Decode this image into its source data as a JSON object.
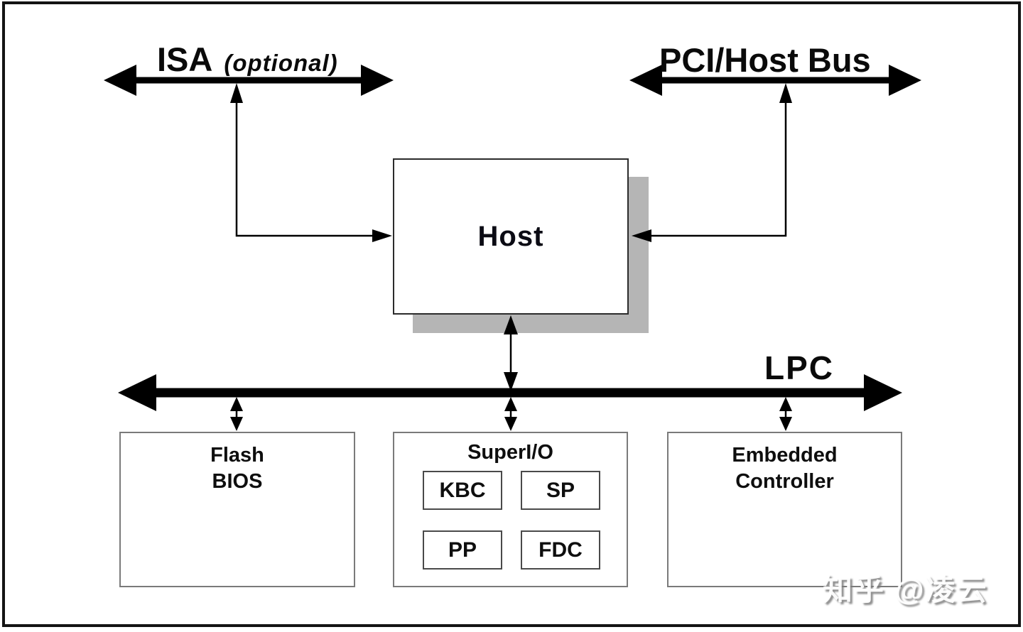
{
  "diagram": {
    "buses": {
      "isa_label": "ISA",
      "isa_qualifier": "(optional)",
      "pci_label": "PCI/Host Bus",
      "lpc_label": "LPC"
    },
    "host_label": "Host",
    "flash_bios": {
      "line1": "Flash",
      "line2": "BIOS"
    },
    "super_io": {
      "title": "SuperI/O",
      "kbc": "KBC",
      "sp": "SP",
      "pp": "PP",
      "fdc": "FDC"
    },
    "embedded_controller": {
      "line1": "Embedded",
      "line2": "Controller"
    },
    "watermark": "知乎 @凌云",
    "colors": {
      "arrow": "#000000",
      "host_shadow": "#b5b5b5",
      "background": "#ffffff"
    }
  }
}
